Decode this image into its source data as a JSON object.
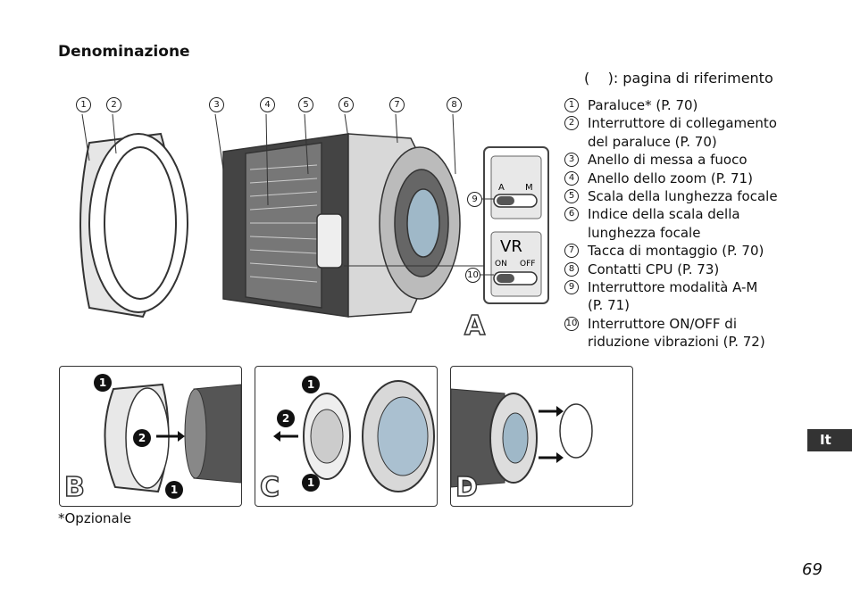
{
  "header": {
    "title": "Denominazione"
  },
  "reference_note": "(    ): pagina di riferimento",
  "legend": [
    {
      "num": "1",
      "text": "Paraluce* (P. 70)"
    },
    {
      "num": "2",
      "text": "Interruttore di collegamento\ndel paraluce (P. 70)"
    },
    {
      "num": "3",
      "text": "Anello di messa a fuoco"
    },
    {
      "num": "4",
      "text": "Anello dello zoom (P. 71)"
    },
    {
      "num": "5",
      "text": "Scala della lunghezza focale"
    },
    {
      "num": "6",
      "text": "Indice della scala della\nlunghezza focale"
    },
    {
      "num": "7",
      "text": "Tacca di montaggio (P. 70)"
    },
    {
      "num": "8",
      "text": "Contatti CPU (P. 73)"
    },
    {
      "num": "9",
      "text": "Interruttore modalità A-M\n(P. 71)"
    },
    {
      "num": "10",
      "text": "Interruttore ON/OFF di\nriduzione vibrazioni (P. 72)"
    }
  ],
  "diagram": {
    "callouts": [
      "1",
      "2",
      "3",
      "4",
      "5",
      "6",
      "7",
      "8"
    ],
    "inset_callouts": [
      "9",
      "10"
    ],
    "switch_am": {
      "a": "A",
      "m": "M"
    },
    "switch_vr": {
      "vr": "VR",
      "on": "ON",
      "off": "OFF"
    },
    "main_letter": "A"
  },
  "panels": [
    {
      "letter": "B",
      "steps": [
        "1",
        "2",
        "1"
      ]
    },
    {
      "letter": "C",
      "steps": [
        "1",
        "2",
        "1"
      ]
    },
    {
      "letter": "D"
    }
  ],
  "footnote": "*Opzionale",
  "page_number": "69",
  "language_tab": "It"
}
